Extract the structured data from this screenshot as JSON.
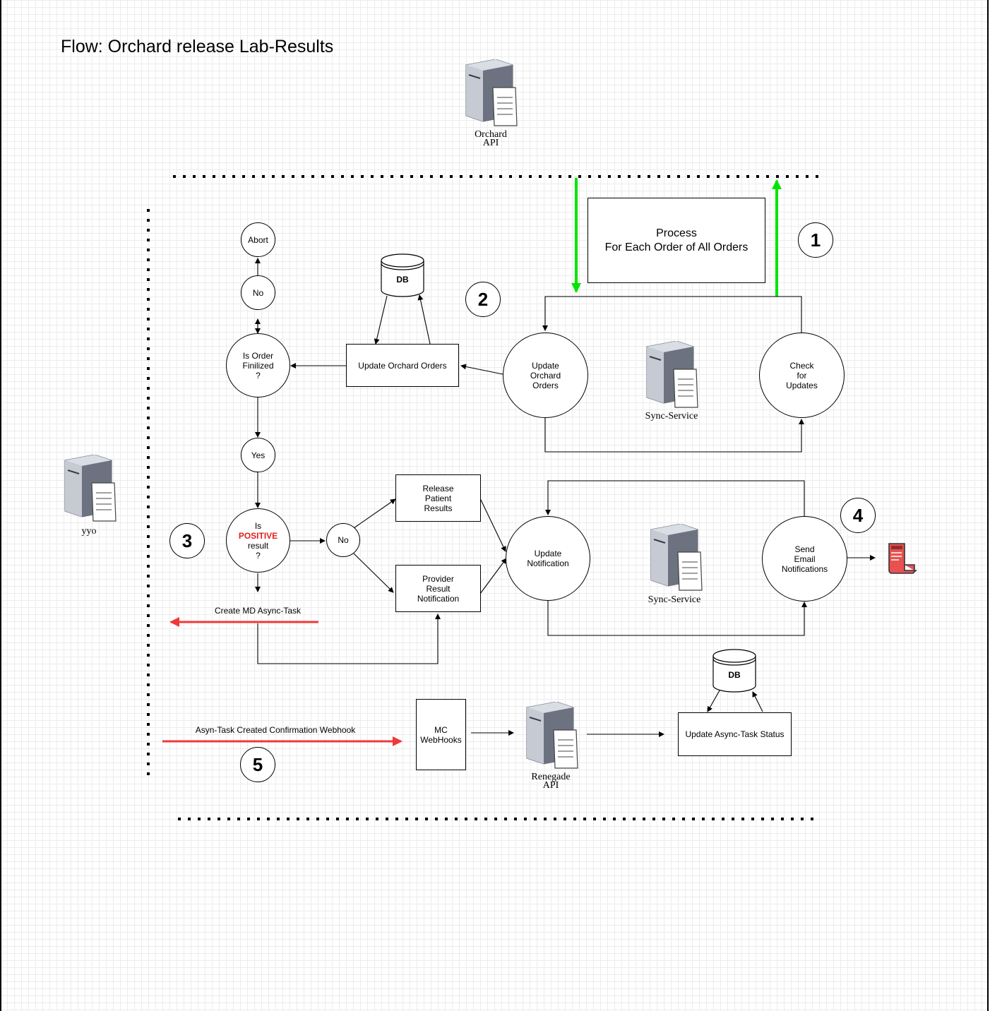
{
  "title": "Flow: Orchard release Lab-Results",
  "servers": {
    "orchard_api": "Orchard\nAPI",
    "sync_service_top": "Sync-Service",
    "sync_service_bottom": "Sync-Service",
    "yyo": "yyo",
    "renegade_api": "Renegade\nAPI"
  },
  "steps": [
    "1",
    "2",
    "3",
    "4",
    "5"
  ],
  "nodes": {
    "process": "Process\nFor Each Order of All Orders",
    "db_top": "DB",
    "db_bottom": "DB",
    "abort": "Abort",
    "no_top": "No",
    "is_order_finalized": "Is Order\nFinilized\n?",
    "update_orchard_orders_box": "Update Orchard Orders",
    "update_orchard_orders_circle": "Update\nOrchard\nOrders",
    "check_for_updates": "Check\nfor\nUpdates",
    "yes": "Yes",
    "is_positive_prefix": "Is",
    "is_positive_highlight": "POSITIVE",
    "is_positive_suffix": "result\n?",
    "no_mid": "No",
    "release_patient_results": "Release\nPatient\nResults",
    "provider_result_notification": "Provider\nResult\nNotification",
    "update_notification": "Update\nNotification",
    "send_email_notifications": "Send\nEmail\nNotifications",
    "create_md_async_task": "Create MD Async-Task",
    "webhook_label": "Asyn-Task Created Confirmation Webhook",
    "mc_webhooks": "MC\nWebHooks",
    "update_async_task_status": "Update Async-Task Status"
  },
  "colors": {
    "green_arrow": "#00e600",
    "red_arrow": "#f03838",
    "positive_text": "#e02020",
    "email_icon": "#e8514f"
  },
  "icons": [
    "server-icon",
    "database-icon",
    "email-document-icon"
  ]
}
